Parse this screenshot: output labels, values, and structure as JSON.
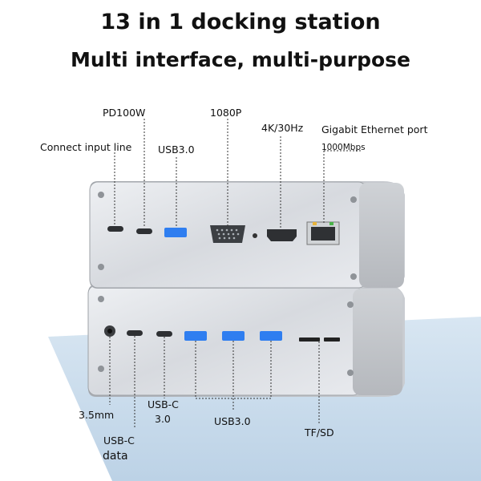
{
  "title": {
    "line1": "13 in 1 docking station",
    "line2": "Multi interface, multi-purpose"
  },
  "labels": {
    "connect_input": "Connect input line",
    "pd": "PD100W",
    "usb3_top": "USB3.0",
    "res_1080p": "1080P",
    "res_4k": "4K/30Hz",
    "ethernet": "Gigabit Ethernet port",
    "ethernet_speed": "1000Mbps",
    "audio": "3.5mm",
    "usbc_data_1": "USB-C",
    "usbc_data_2": "data",
    "usbc30_1": "USB-C",
    "usbc30_2": "3.0",
    "usb3_bottom": "USB3.0",
    "tfsd": "TF/SD"
  },
  "colors": {
    "body": "#b9bcc1",
    "face": "#dfe2e6",
    "usb_blue": "#2f7ef0",
    "backdrop": "#c9dbeb"
  }
}
